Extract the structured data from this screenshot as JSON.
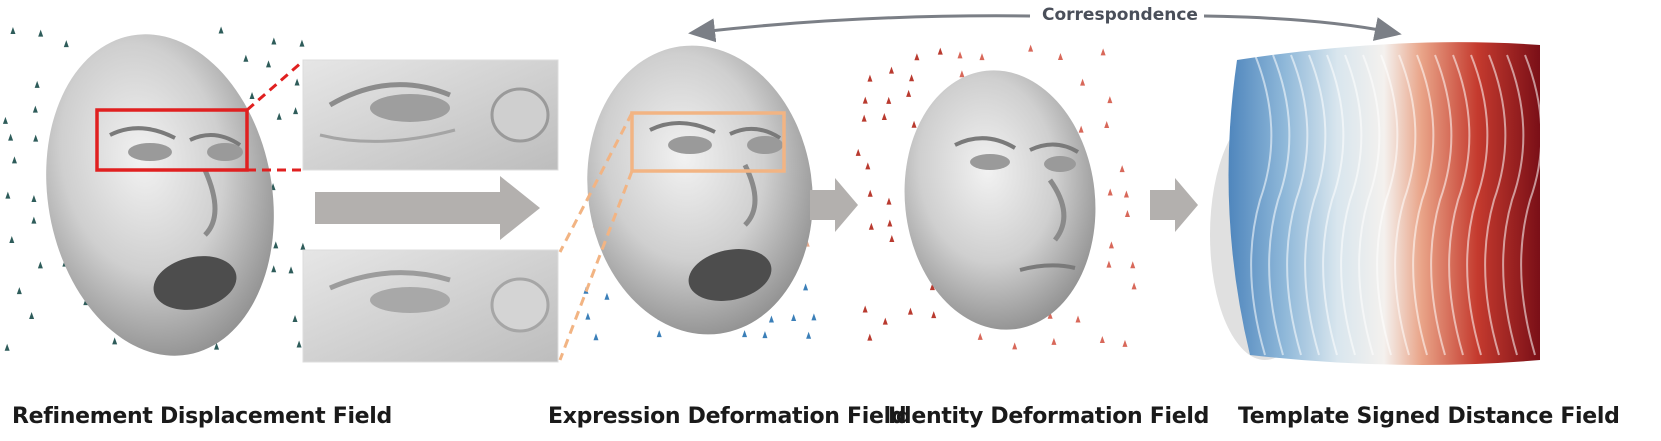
{
  "diagram": {
    "captions": {
      "refinement": "Refinement Displacement Field",
      "expression": "Expression Deformation Field",
      "identity": "Identity Deformation Field",
      "template": "Template Signed Distance Field"
    },
    "correspondence_label": "Correspondence",
    "colors": {
      "refinement_arrows": "#2e5c5a",
      "highlight_box": "#e02020",
      "expression_box": "#f2b483",
      "identity_arrows": "#c0392b",
      "expression_arrows_blue": "#3b7fb8",
      "flow_arrow": "#b3b0ae",
      "face_shade": "#d2d2d2"
    }
  }
}
